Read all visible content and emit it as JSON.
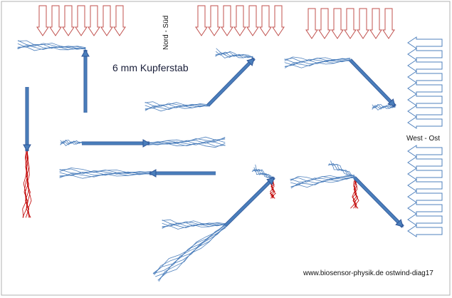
{
  "labels": {
    "material": "6 mm Kupferstab",
    "north_south": "Nord - Süd",
    "west_east": "West - Ost",
    "credit": "www.biosensor-physik.de ostwind-diag17"
  },
  "colors": {
    "wind_arrow_outline": "#c0504d",
    "wind_arrow_outline_side": "#4f81bd",
    "rod": "#4a7ebb",
    "rod_outline": "#2f5597",
    "blue_field_lines": "#4f81bd",
    "red_field_lines": "#c00000",
    "frame": "#b0b0b0"
  }
}
